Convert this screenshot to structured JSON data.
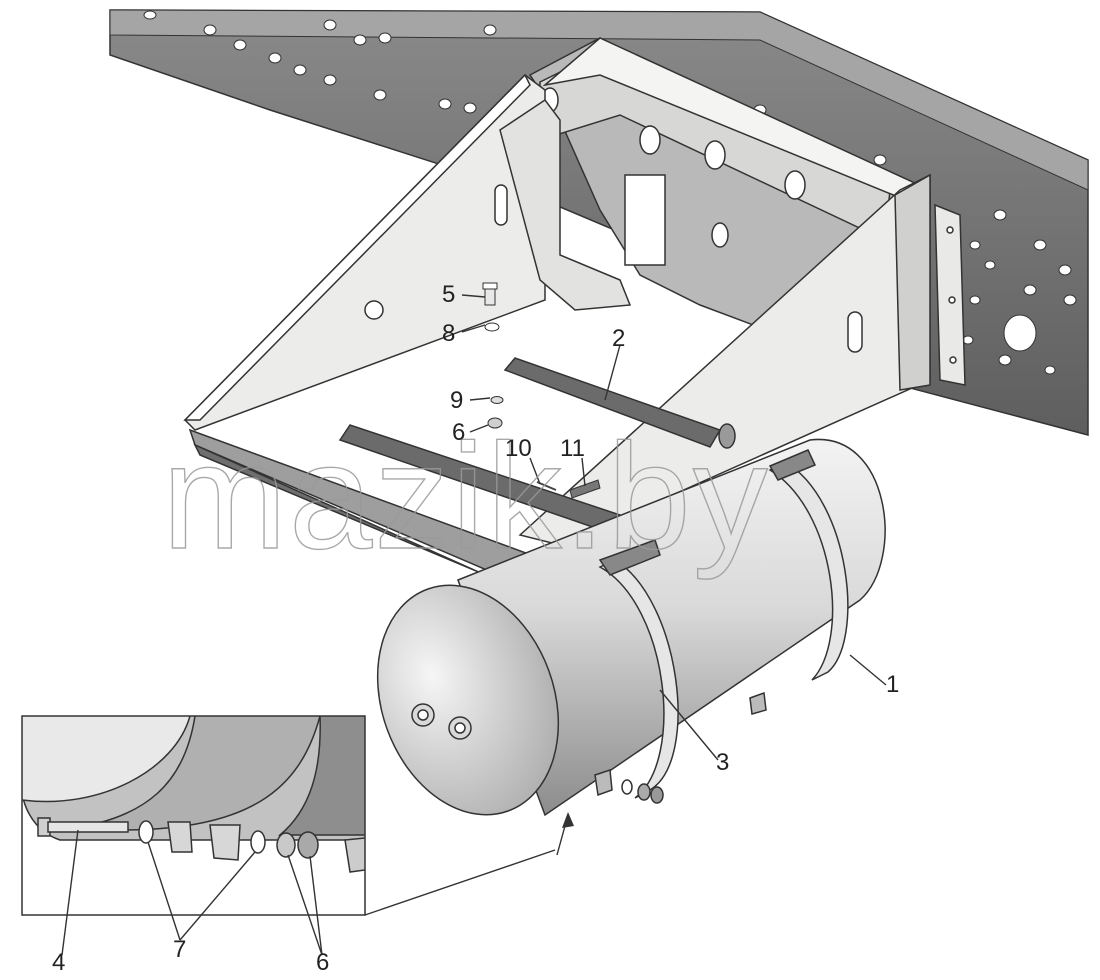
{
  "watermark": "mazik.by",
  "callouts": [
    {
      "id": "1",
      "text": "1"
    },
    {
      "id": "2",
      "text": "2"
    },
    {
      "id": "3",
      "text": "3"
    },
    {
      "id": "4",
      "text": "4"
    },
    {
      "id": "5",
      "text": "5"
    },
    {
      "id": "6a",
      "text": "6"
    },
    {
      "id": "6b",
      "text": "6"
    },
    {
      "id": "7",
      "text": "7"
    },
    {
      "id": "8",
      "text": "8"
    },
    {
      "id": "9",
      "text": "9"
    },
    {
      "id": "10",
      "text": "10"
    },
    {
      "id": "11",
      "text": "11"
    }
  ],
  "colors": {
    "frame_rail": "#6b6b6b",
    "bracket": "#ececea",
    "bracket_shadow": "#9e9e9e",
    "tank": "#d8d8d8",
    "outline": "#333333"
  }
}
